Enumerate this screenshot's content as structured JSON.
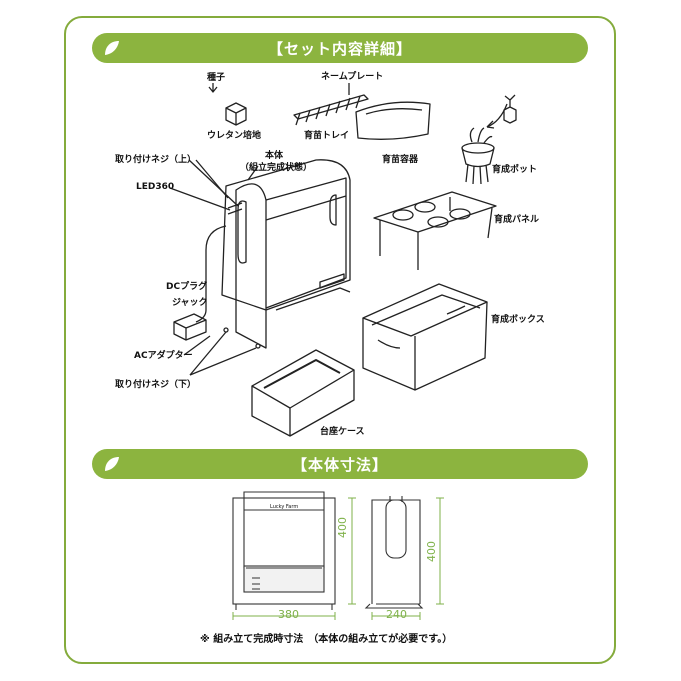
{
  "sections": {
    "set_contents_title": "【セット内容詳細】",
    "dimensions_title": "【本体寸法】"
  },
  "parts": {
    "seed": "種子",
    "urethane": "ウレタン培地",
    "nameplate": "ネームプレート",
    "seedling_tray": "育苗トレイ",
    "seedling_container": "育苗容器",
    "grow_pot": "育成ポット",
    "grow_panel": "育成パネル",
    "grow_box": "育成ボックス",
    "main_body": "本体",
    "main_body_note": "（組立完成状態）",
    "screw_top": "取り付けネジ（上）",
    "led": "LED360",
    "dc_plug_1": "DCプラグ",
    "dc_plug_2": "ジャック",
    "ac_adapter": "ACアダプター",
    "screw_bottom": "取り付けネジ（下）",
    "base_case": "台座ケース"
  },
  "dimensions": {
    "front_width": "380",
    "front_height": "400",
    "side_width": "240",
    "side_height": "400",
    "brand_text": "Lucky Farm",
    "note": "※ 組み立て完成時寸法　（本体の組み立てが必要です。）"
  },
  "colors": {
    "accent": "#8cb43f",
    "frame": "#84ab3c",
    "dimension": "#7fb24a"
  }
}
